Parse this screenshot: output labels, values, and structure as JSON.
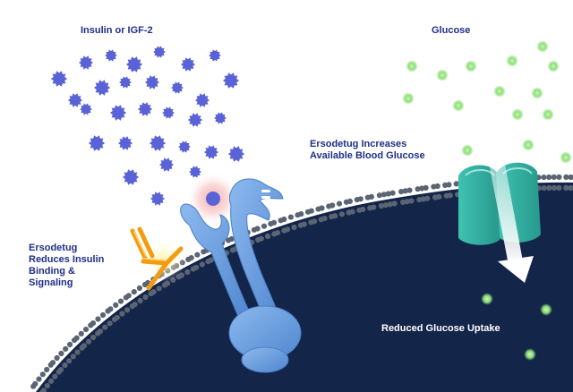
{
  "labels": {
    "insulin": "Insulin or IGF-2",
    "glucose": "Glucose",
    "increases": [
      "Ersodetug Increases",
      "Available Blood Glucose"
    ],
    "reduces": [
      "Ersodetug",
      "Reduces Insulin",
      "Binding &",
      "Signaling"
    ],
    "uptake": "Reduced Glucose Uptake"
  },
  "colors": {
    "text_navy": "#1f2f86",
    "text_white": "#ffffff",
    "cell_interior": "#14254a",
    "membrane_head": "#5b6473",
    "insulin_particle": "#5a63d6",
    "glucose_particle": "#8fe07a",
    "receptor": "#6a9fe0",
    "antibody": "#f5a524",
    "transporter": "#35b5a6",
    "binding_glow": "#f4a3a3"
  },
  "icons": {
    "insulin": "spiky-molecule-icon",
    "glucose": "glucose-dot-icon",
    "receptor": "insulin-receptor-icon",
    "antibody": "antibody-icon",
    "transporter": "glucose-transporter-icon",
    "arrow": "glucose-uptake-arrow-icon"
  }
}
